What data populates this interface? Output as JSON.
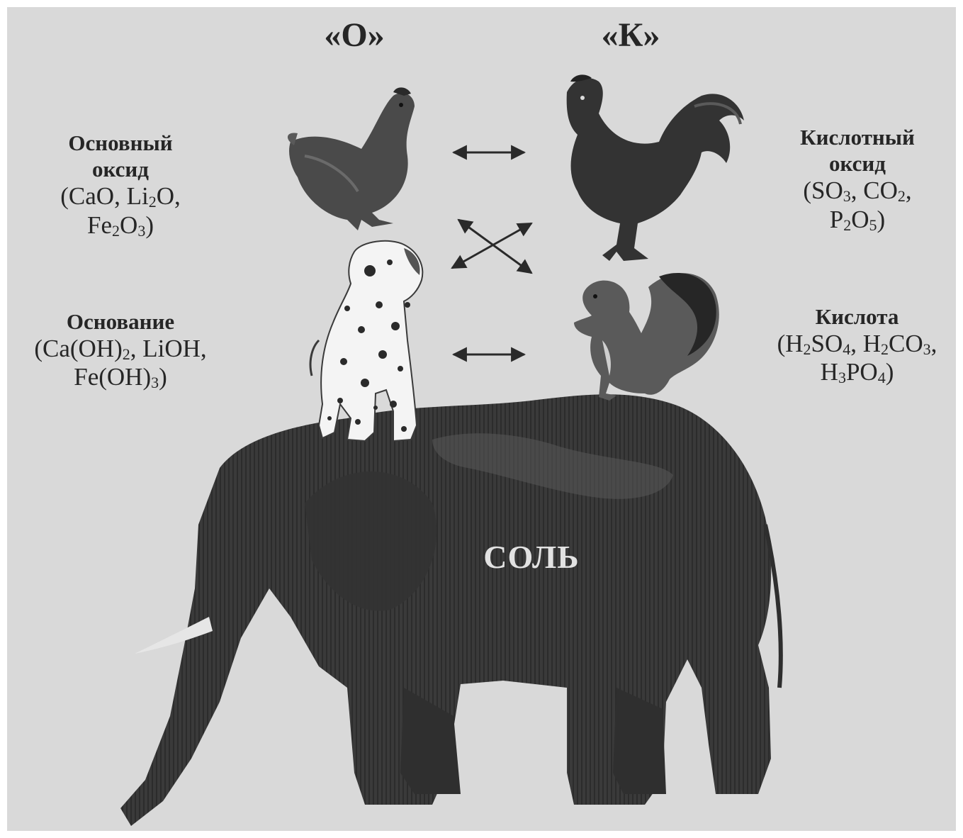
{
  "columns": {
    "basic_header": "«О»",
    "acidic_header": "«К»"
  },
  "basic_oxide": {
    "term_line1": "Основный",
    "term_line2": "оксид",
    "formulas_line1": [
      "(CaO, Li",
      "2",
      "O,"
    ],
    "formulas_line2": [
      "Fe",
      "2",
      "O",
      "3",
      ")"
    ]
  },
  "base": {
    "term": "Основание",
    "formulas_line1": [
      "(Ca(OH)",
      "2",
      ", LiOH,"
    ],
    "formulas_line2": [
      "Fe(OH)",
      "3",
      ")"
    ]
  },
  "acidic_oxide": {
    "term_line1": "Кислотный",
    "term_line2": "оксид",
    "formulas_line1": [
      "(SO",
      "3",
      ", CO",
      "2",
      ","
    ],
    "formulas_line2": [
      "P",
      "2",
      "O",
      "5",
      ")"
    ]
  },
  "acid": {
    "term": "Кислота",
    "formulas_line1": [
      "(H",
      "2",
      "SO",
      "4",
      ", H",
      "2",
      "CO",
      "3",
      ","
    ],
    "formulas_line2": [
      "H",
      "3",
      "PO",
      "4",
      ")"
    ]
  },
  "salt": {
    "label": "СОЛЬ"
  },
  "illustrations": {
    "hen": "hen-icon",
    "rooster": "rooster-icon",
    "dog": "dalmatian-icon",
    "squirrel": "squirrel-icon",
    "elephant": "elephant-icon"
  },
  "arrows": [
    "top-horizontal",
    "cross-diagonal",
    "bottom-horizontal"
  ],
  "colors": {
    "background": "#d9d9d9",
    "ink": "#262626",
    "elephant": "#3c3c3c",
    "salt_text": "#e2e2e2"
  }
}
